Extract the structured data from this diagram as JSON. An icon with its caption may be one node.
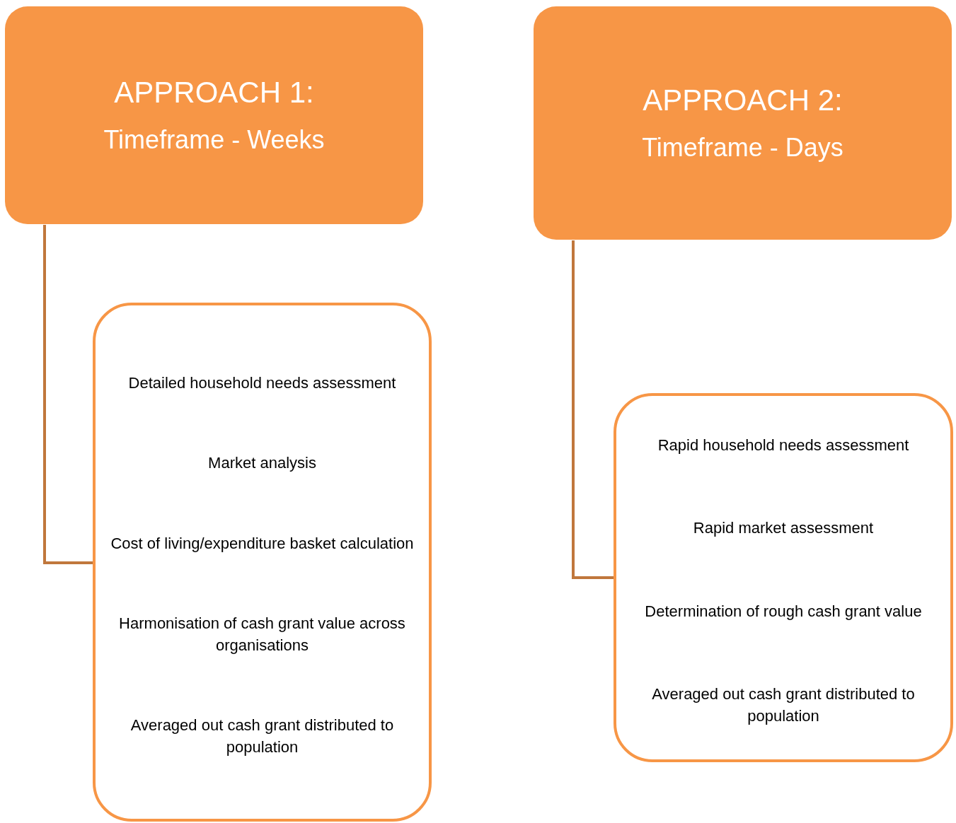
{
  "diagram": {
    "nodes": [
      {
        "text": [
          "APPROACH 1:",
          "Timeframe - Weeks"
        ]
      },
      {
        "text": [
          "Detailed household needs assessment",
          "Market analysis",
          "Cost of living/expenditure basket calculation",
          "Harmonisation of cash grant value across organisations",
          "Averaged out cash grant distributed to population"
        ]
      },
      {
        "text": [
          "APPROACH 2:",
          "Timeframe - Days"
        ]
      },
      {
        "text": [
          "Rapid household needs assessment",
          "Rapid market assessment",
          "Determination of rough cash grant value",
          "Averaged out cash grant distributed to population"
        ]
      }
    ],
    "edges": [
      {
        "from": 0,
        "to": 1,
        "arrow": "none"
      },
      {
        "from": 2,
        "to": 3,
        "arrow": "none"
      }
    ]
  }
}
